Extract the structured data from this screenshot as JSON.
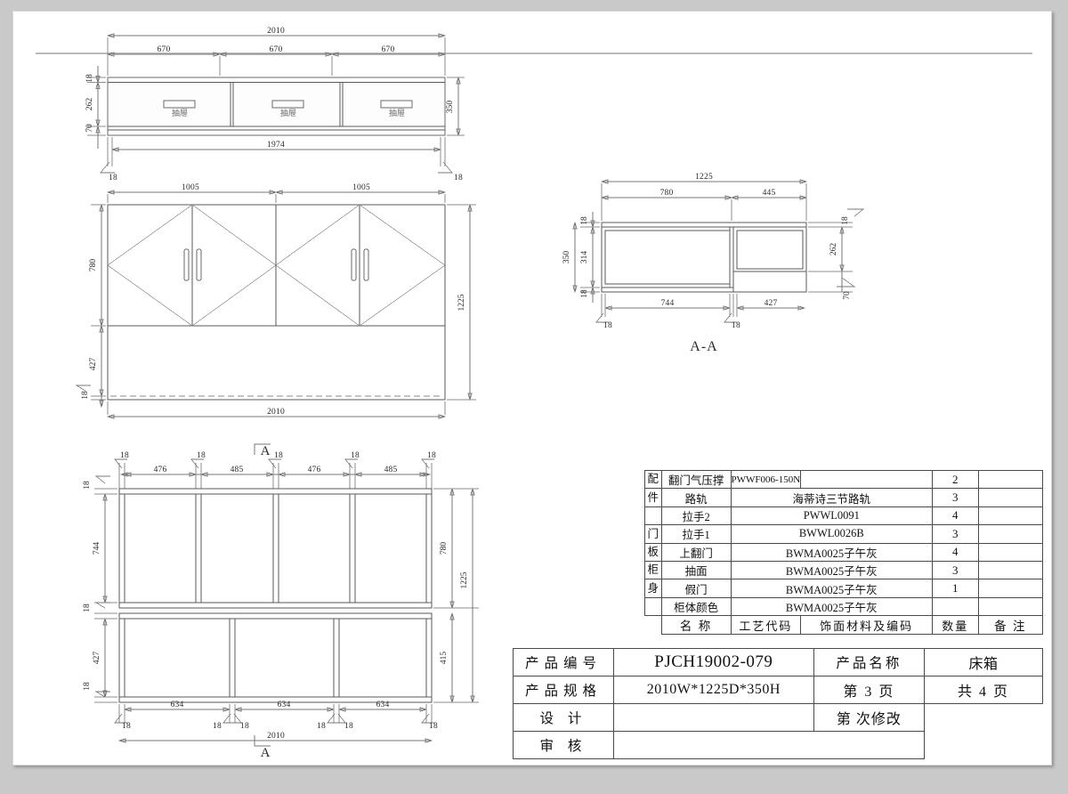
{
  "document": {
    "type": "cad-technical-drawing",
    "section_marker": "A",
    "section_view_label": "A-A"
  },
  "views": {
    "top_view": {
      "name": "front-elevation-drawers",
      "overall_width": "2010",
      "inner_width": "1974",
      "panel_widths": [
        "670",
        "670",
        "670"
      ],
      "height_total": "350",
      "height_parts": [
        "18",
        "262",
        "70"
      ],
      "edge_thickness_left": "18",
      "edge_thickness_right": "18",
      "drawer_labels": [
        "抽屉",
        "抽屉",
        "抽屉"
      ]
    },
    "plan_view_doors": {
      "name": "plan-view-flip-doors",
      "door_widths": [
        "1005",
        "1005"
      ],
      "overall_width": "2010",
      "depth_upper": "780",
      "depth_lower": "427",
      "depth_total": "1225",
      "panel_thickness": "18"
    },
    "section_aa": {
      "name": "section-a-a",
      "overall_depth": "1225",
      "segment_1": "780",
      "segment_2": "445",
      "inner_1": "744",
      "inner_2": "427",
      "thickness_marks": [
        "18",
        "18"
      ],
      "height_total": "350",
      "height_inner": "314",
      "height_top_thk": "18",
      "height_bot_thk": "18",
      "right_262": "262",
      "right_70": "70",
      "right_18": "18",
      "caption": "A-A"
    },
    "bottom_plan": {
      "name": "bottom-plan-internal-structure",
      "top_dims": [
        "18",
        "476",
        "18",
        "485",
        "18",
        "476",
        "18",
        "485",
        "18"
      ],
      "left_dims": [
        "18",
        "744",
        "18",
        "427",
        "18"
      ],
      "right_dims": [
        "780",
        "415",
        "1225"
      ],
      "bottom_dims": [
        "18",
        "634",
        "18",
        "18",
        "634",
        "18",
        "18",
        "634",
        "18"
      ],
      "overall_width": "2010"
    }
  },
  "parts_table": {
    "category_labels": [
      "配件",
      "门板柜身"
    ],
    "rows": [
      {
        "category": "配",
        "name": "翻门气压撑",
        "process_code": "PWWF006-150N",
        "material": "",
        "qty": "2",
        "remark": ""
      },
      {
        "category": "件",
        "name": "路轨",
        "process_code": "",
        "material": "海蒂诗三节路轨",
        "qty": "3",
        "remark": ""
      },
      {
        "category": "",
        "name": "拉手2",
        "process_code": "",
        "material": "PWWL0091",
        "qty": "4",
        "remark": ""
      },
      {
        "category": "门",
        "name": "拉手1",
        "process_code": "",
        "material": "BWWL0026B",
        "qty": "3",
        "remark": ""
      },
      {
        "category": "板",
        "name": "上翻门",
        "process_code": "",
        "material": "BWMA0025子午灰",
        "qty": "4",
        "remark": ""
      },
      {
        "category": "柜",
        "name": "抽面",
        "process_code": "",
        "material": "BWMA0025子午灰",
        "qty": "3",
        "remark": ""
      },
      {
        "category": "身",
        "name": "假门",
        "process_code": "",
        "material": "BWMA0025子午灰",
        "qty": "1",
        "remark": ""
      },
      {
        "category": "",
        "name": "柜体颜色",
        "process_code": "",
        "material": "BWMA0025子午灰",
        "qty": "",
        "remark": ""
      }
    ],
    "header": {
      "name": "名 称",
      "process_code": "工艺代码",
      "material": "饰面材料及编码",
      "qty": "数量",
      "remark": "备 注"
    }
  },
  "title_block": {
    "product_no_label": "产品编号",
    "product_no_value": "PJCH19002-079",
    "product_name_label": "产品名称",
    "product_name_value": "床箱",
    "product_spec_label": "产品规格",
    "product_spec_value": "2010W*1225D*350H",
    "page_current": "第 3 页",
    "page_total": "共 4 页",
    "designer_label": "设 计",
    "designer_value": "",
    "revision_label": "第  次修改",
    "revision_value": "",
    "reviewer_label": "审 核",
    "reviewer_value": ""
  },
  "colors": {
    "page_background": "#ffffff",
    "canvas_background": "#c9c9c9",
    "line": "#5a5a5a",
    "dimension": "#777777",
    "text": "#2a2a2a",
    "table_border": "#4a4a4a"
  }
}
